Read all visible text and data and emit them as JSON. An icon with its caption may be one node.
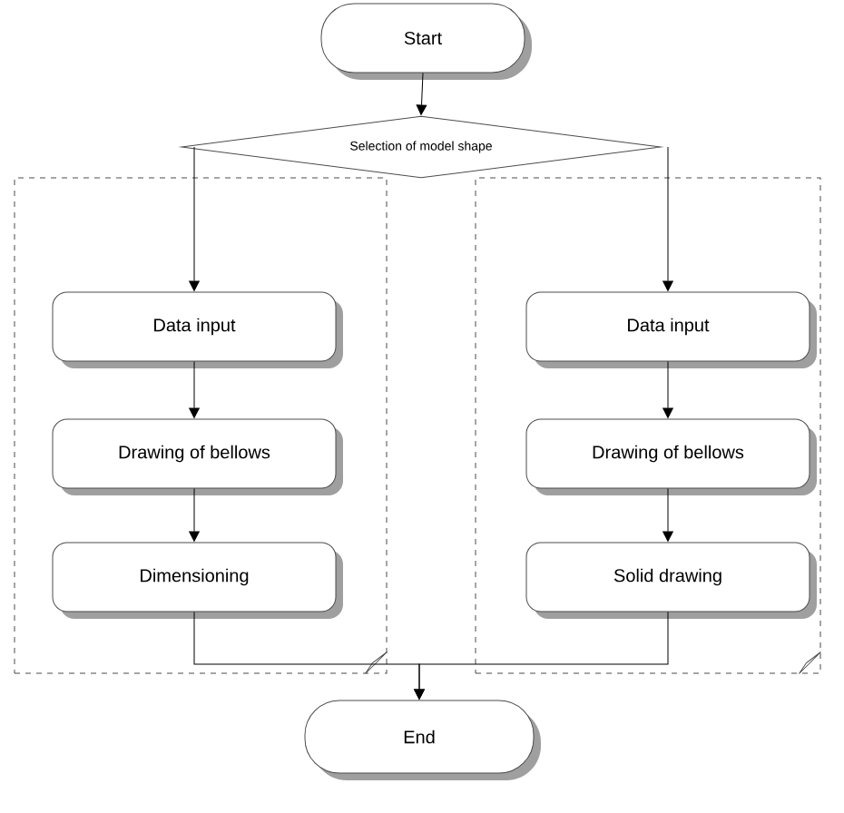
{
  "diagram": {
    "nodes": [
      {
        "text": [
          "Start"
        ]
      },
      {
        "text": [
          "Selection of model shape"
        ]
      },
      {
        "text": [],
        "shape": "box"
      },
      {
        "text": [
          "Data input"
        ],
        "in": 2
      },
      {
        "text": [
          "Drawing of bellows"
        ],
        "in": 2
      },
      {
        "text": [
          "Dimensioning"
        ],
        "in": 2
      },
      {
        "text": [],
        "shape": "box"
      },
      {
        "text": [
          "Data input"
        ],
        "in": 6
      },
      {
        "text": [
          "Drawing of bellows"
        ],
        "in": 6
      },
      {
        "text": [
          "Solid drawing"
        ],
        "in": 6
      },
      {
        "text": [
          "End"
        ]
      }
    ],
    "edges": [
      {
        "from": 0,
        "to": 1,
        "arrow": "to"
      },
      {
        "from": 1,
        "to": 3,
        "arrow": "to"
      },
      {
        "from": 1,
        "to": 7,
        "arrow": "to"
      },
      {
        "from": 3,
        "to": 4,
        "arrow": "to"
      },
      {
        "from": 4,
        "to": 5,
        "arrow": "to"
      },
      {
        "from": 7,
        "to": 8,
        "arrow": "to"
      },
      {
        "from": 8,
        "to": 9,
        "arrow": "to"
      },
      {
        "from": 5,
        "to": 10,
        "arrow": "to"
      },
      {
        "from": 9,
        "to": 10,
        "arrow": "to"
      }
    ]
  }
}
